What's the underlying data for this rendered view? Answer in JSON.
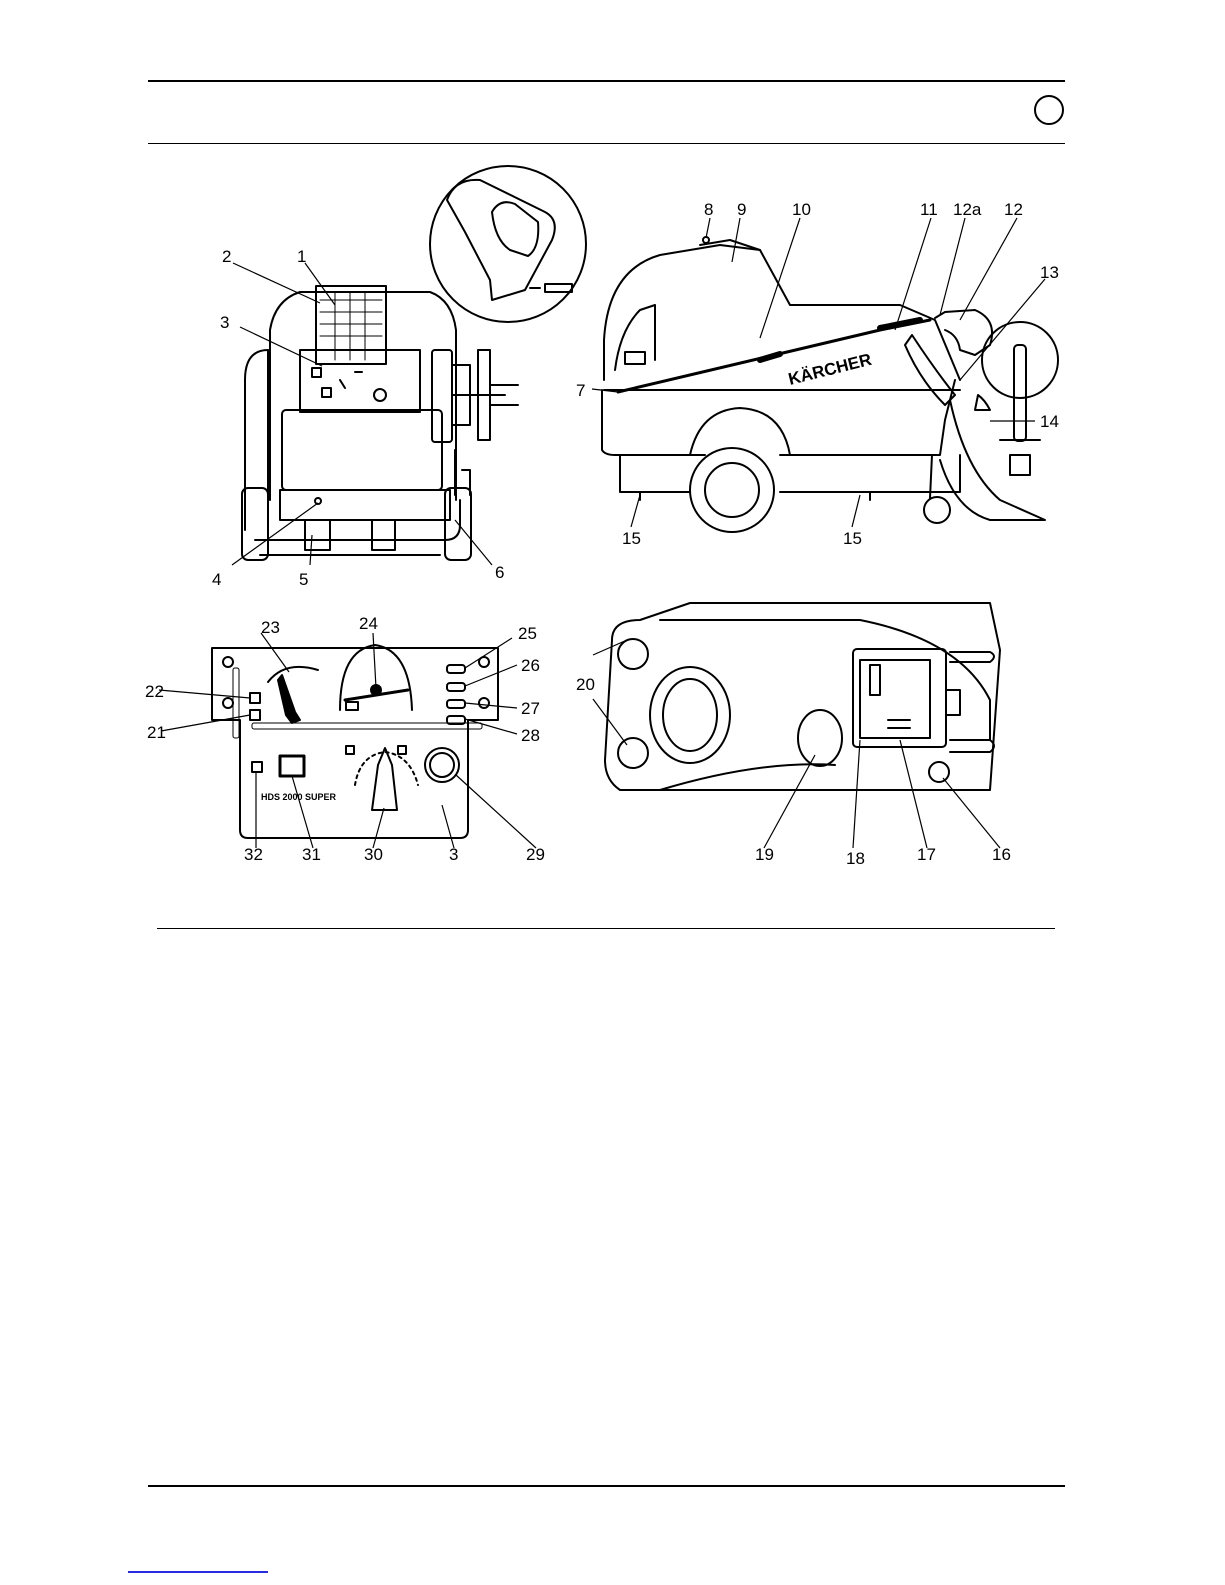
{
  "header": {
    "lang_badge": ""
  },
  "figures": {
    "front_view": {
      "callouts": [
        "1",
        "2",
        "3",
        "4",
        "5",
        "6"
      ]
    },
    "side_view": {
      "callouts": [
        "7",
        "8",
        "9",
        "10",
        "11",
        "12a",
        "12",
        "13",
        "14",
        "15",
        "15"
      ],
      "brand_text": "KÄRCHER"
    },
    "control_panel": {
      "callouts": [
        "21",
        "22",
        "23",
        "24",
        "25",
        "26",
        "27",
        "28",
        "29",
        "3",
        "30",
        "31",
        "32"
      ],
      "model_label": "HDS 2000 SUPER"
    },
    "top_view": {
      "callouts": [
        "16",
        "17",
        "18",
        "19",
        "20"
      ]
    }
  },
  "colors": {
    "line": "#000000",
    "link": "#2a2ae0"
  }
}
